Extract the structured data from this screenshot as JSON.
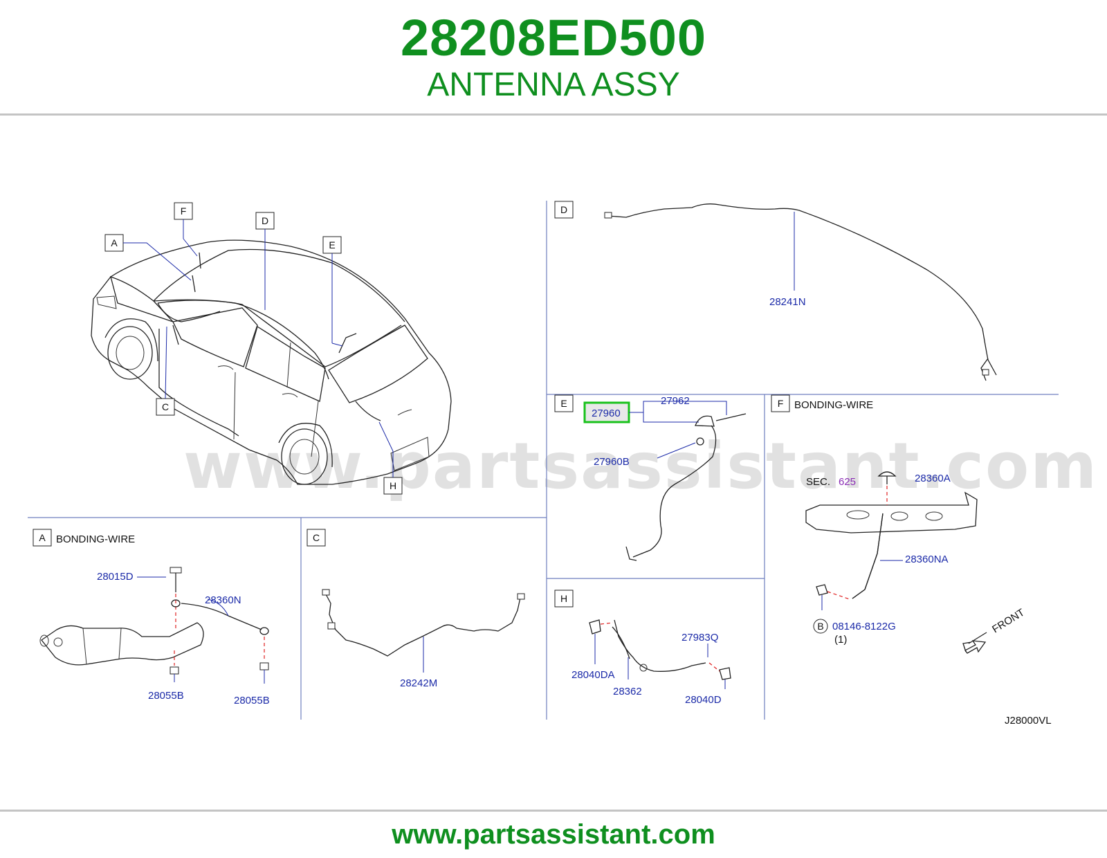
{
  "header": {
    "part_number": "28208ED500",
    "part_name": "ANTENNA ASSY"
  },
  "footer": {
    "url": "www.partsassistant.com"
  },
  "diagram": {
    "watermark": "www.partsassistant.com",
    "overview_callouts": [
      "F",
      "A",
      "D",
      "E",
      "C",
      "H"
    ],
    "panel_d": {
      "letter": "D",
      "parts": [
        "28241N"
      ]
    },
    "panel_e": {
      "letter": "E",
      "parts": [
        "27960",
        "27962",
        "27960B"
      ],
      "highlighted_part": "27960",
      "highlight_color": "#18c21b"
    },
    "panel_f": {
      "letter": "F",
      "title": "BONDING-WIRE",
      "sec_prefix": "SEC.",
      "sec_number": "625",
      "parts": [
        "28360A",
        "28360NA",
        "08146-8122G"
      ],
      "bolt_marker": "B",
      "quantity": "(1)",
      "front_label": "FRONT"
    },
    "panel_a": {
      "letter": "A",
      "title": "BONDING-WIRE",
      "parts": [
        "28015D",
        "28360N",
        "28055B",
        "28055B"
      ]
    },
    "panel_c": {
      "letter": "C",
      "parts": [
        "28242M"
      ]
    },
    "panel_h": {
      "letter": "H",
      "parts": [
        "27983Q",
        "28040DA",
        "28362",
        "28040D"
      ]
    },
    "figure_code": "J28000VL"
  }
}
